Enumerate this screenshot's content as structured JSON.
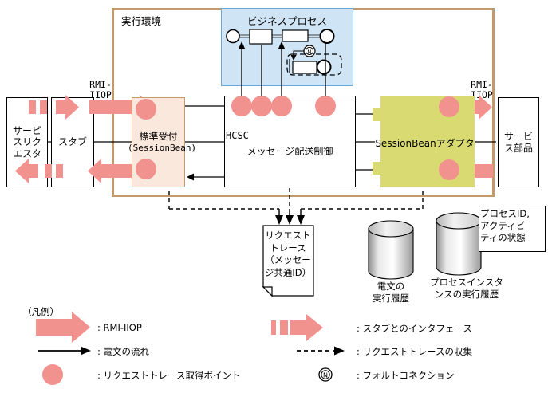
{
  "diagram": {
    "title": "",
    "colors": {
      "exec_border": "#c49a6c",
      "exec_fill": "#ffffff",
      "business_process_fill": "#cfe4f5",
      "business_process_border": "#6aa8d8",
      "reception_fill": "#fae8dc",
      "reception_border": "#c49a6c",
      "adapter_fill": "#d9da72",
      "trace_point": "#f2928f",
      "rmi_arrow": "#f2928f",
      "line": "#000000"
    },
    "containers": {
      "exec_env_label": "実行環境",
      "business_process_label": "ビジネスプロセス"
    },
    "nodes": {
      "service_requester": "サービ\nスリク\nエスタ",
      "stub": "スタブ",
      "reception_line1": "標準受付",
      "reception_line2": "(SessionBean)",
      "hcsc_line1": "HCSC",
      "hcsc_line2": "メッセージ配送制御",
      "adapter": "SessionBeanアダプタ",
      "service_component": "サービ\nス部品"
    },
    "edge_labels": {
      "rmi_iiop_left": "RMI-\nIIOP",
      "rmi_iiop_right": "RMI-\nIIOP"
    },
    "artifacts": {
      "request_trace_doc": "リクエスト\nトレース\n（メッセー\nジ共通ID）",
      "db1_label": "電文の\n実行履歴",
      "db2_label": "プロセスインスタ\nンスの実行履歴",
      "callout": "プロセスID,\nアクティビ\nティの状態"
    },
    "legend": {
      "title": "（凡例）",
      "items": [
        {
          "icon": "rmi-iiop-arrow-icon",
          "label": ": RMI-IIOP"
        },
        {
          "icon": "solid-arrow-icon",
          "label": ": 電文の流れ"
        },
        {
          "icon": "trace-point-icon",
          "label": ": リクエストトレース取得ポイント"
        },
        {
          "icon": "stub-interface-arrow-icon",
          "label": ": スタブとのインタフェース"
        },
        {
          "icon": "dashed-arrow-icon",
          "label": ": リクエストトレースの収集"
        },
        {
          "icon": "fault-connection-icon",
          "label": ": フォルトコネクション"
        }
      ]
    }
  }
}
